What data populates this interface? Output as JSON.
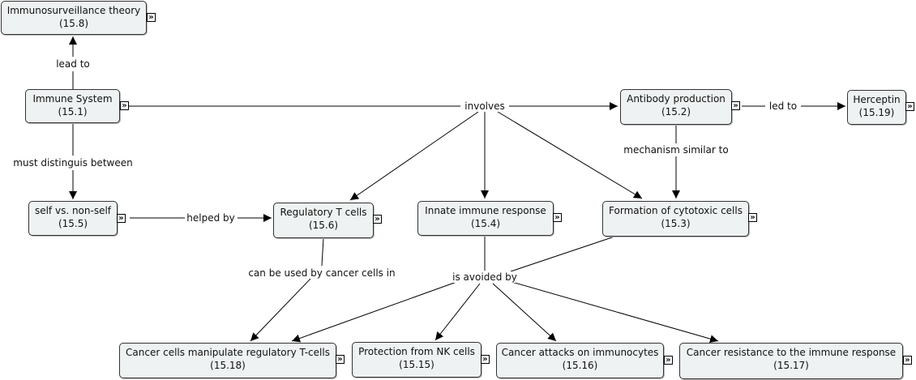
{
  "nodes": {
    "immunosurveillance": {
      "title": "Immunosurveillance theory",
      "num": "(15.8)"
    },
    "immune_system": {
      "title": "Immune System",
      "num": "(15.1)"
    },
    "antibody": {
      "title": "Antibody production",
      "num": "(15.2)"
    },
    "herceptin": {
      "title": "Herceptin",
      "num": "(15.19)"
    },
    "self_nonself": {
      "title": "self vs. non-self",
      "num": "(15.5)"
    },
    "regulatory_t": {
      "title": "Regulatory T cells",
      "num": "(15.6)"
    },
    "innate": {
      "title": "Innate immune response",
      "num": "(15.4)"
    },
    "cytotoxic": {
      "title": "Formation of cytotoxic cells",
      "num": "(15.3)"
    },
    "manipulate": {
      "title": "Cancer cells manipulate regulatory T-cells",
      "num": "(15.18)"
    },
    "nk_cells": {
      "title": "Protection from NK cells",
      "num": "(15.15)"
    },
    "attacks": {
      "title": "Cancer attacks on immunocytes",
      "num": "(15.16)"
    },
    "resistance": {
      "title": "Cancer resistance to the immune response",
      "num": "(15.17)"
    }
  },
  "links": {
    "lead_to": "lead to",
    "involves": "involves",
    "led_to": "led to",
    "mechanism": "mechanism similar to",
    "must_distinguish": "must distinguis between",
    "helped_by": "helped by",
    "can_be_used": "can be used by cancer cells in",
    "is_avoided_by": "is avoided by"
  },
  "expand_glyph": "»"
}
